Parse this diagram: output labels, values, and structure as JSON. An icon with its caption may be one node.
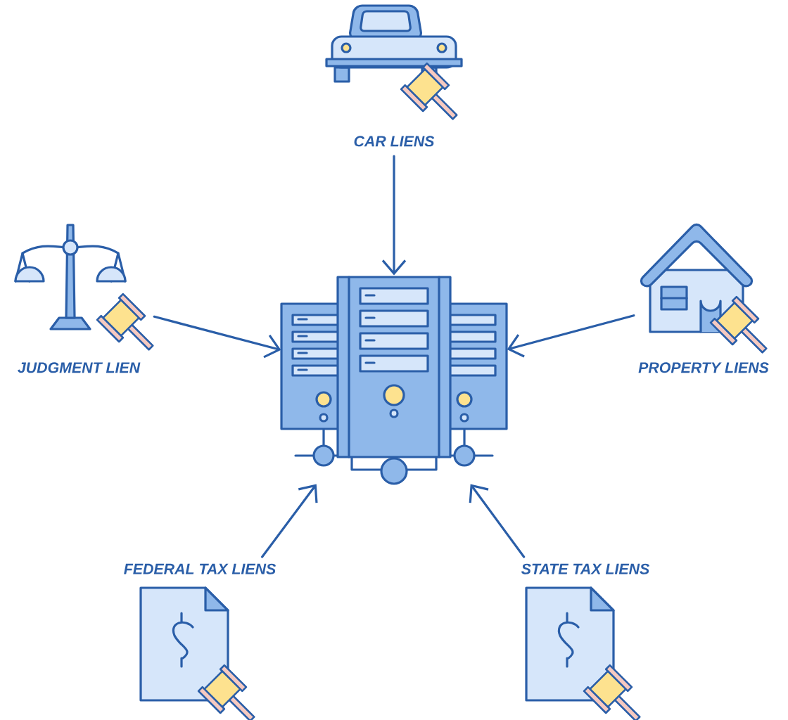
{
  "diagram": {
    "nodes": [
      {
        "text": [
          "CAR LIENS"
        ]
      },
      {
        "text": [
          "JUDGMENT LIEN"
        ]
      },
      {
        "text": [
          "PROPERTY LIENS"
        ]
      },
      {
        "text": [
          "FEDERAL TAX LIENS"
        ]
      },
      {
        "text": [
          "STATE TAX LIENS"
        ]
      },
      {
        "text": [],
        "shape": "picture"
      }
    ],
    "edges": [
      {
        "from": 0,
        "to": 5,
        "arrow": "to"
      },
      {
        "from": 1,
        "to": 5,
        "arrow": "to"
      },
      {
        "from": 2,
        "to": 5,
        "arrow": "to"
      },
      {
        "from": 3,
        "to": 5,
        "arrow": "to"
      },
      {
        "from": 4,
        "to": 5,
        "arrow": "to"
      }
    ]
  }
}
